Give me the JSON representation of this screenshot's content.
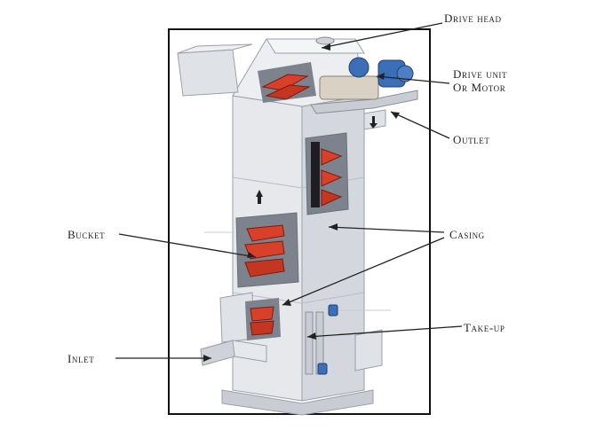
{
  "labels": {
    "drive_head": "Drive head",
    "drive_unit_line1": "Drive unit",
    "drive_unit_line2": "Or Motor",
    "outlet": "Outlet",
    "bucket": "Bucket",
    "casing": "Casing",
    "take_up": "Take-up",
    "inlet": "Inlet"
  },
  "colors": {
    "frame": "#111111",
    "casing": "#e6e8ec",
    "casing_shade": "#c9cdd3",
    "bucket_red": "#d8402a",
    "bucket_dark": "#7a1a10",
    "cutout": "#9aa0aa",
    "motor_blue": "#3b6fb8"
  }
}
